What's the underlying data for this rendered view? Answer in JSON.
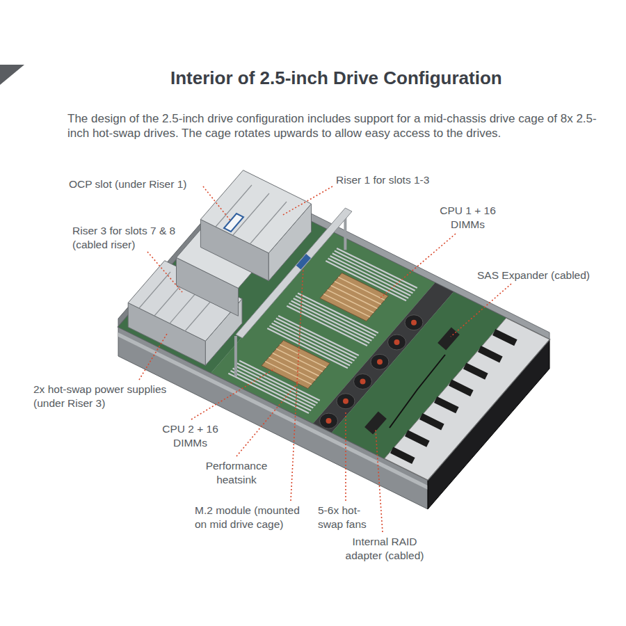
{
  "diagram": {
    "title": "Interior of 2.5-inch Drive Configuration",
    "caption": "The design of the 2.5-inch drive configuration includes support for a mid-chassis drive cage of 8x 2.5-inch hot-swap drives. The cage rotates upwards to allow easy access to the drives.",
    "labels": [
      "OCP slot (under Riser 1)",
      "Riser 1 for slots 1-3",
      "CPU 1 + 16 DIMMs",
      "Riser 3 for slots 7 & 8 (cabled riser)",
      "SAS Expander (cabled)",
      "2x hot-swap power supplies (under Riser 3)",
      "CPU 2 + 16 DIMMs",
      "Performance heatsink",
      "M.2 module (mounted on mid drive cage)",
      "5-6x hot-swap fans",
      "Internal RAID adapter (cabled)"
    ]
  }
}
